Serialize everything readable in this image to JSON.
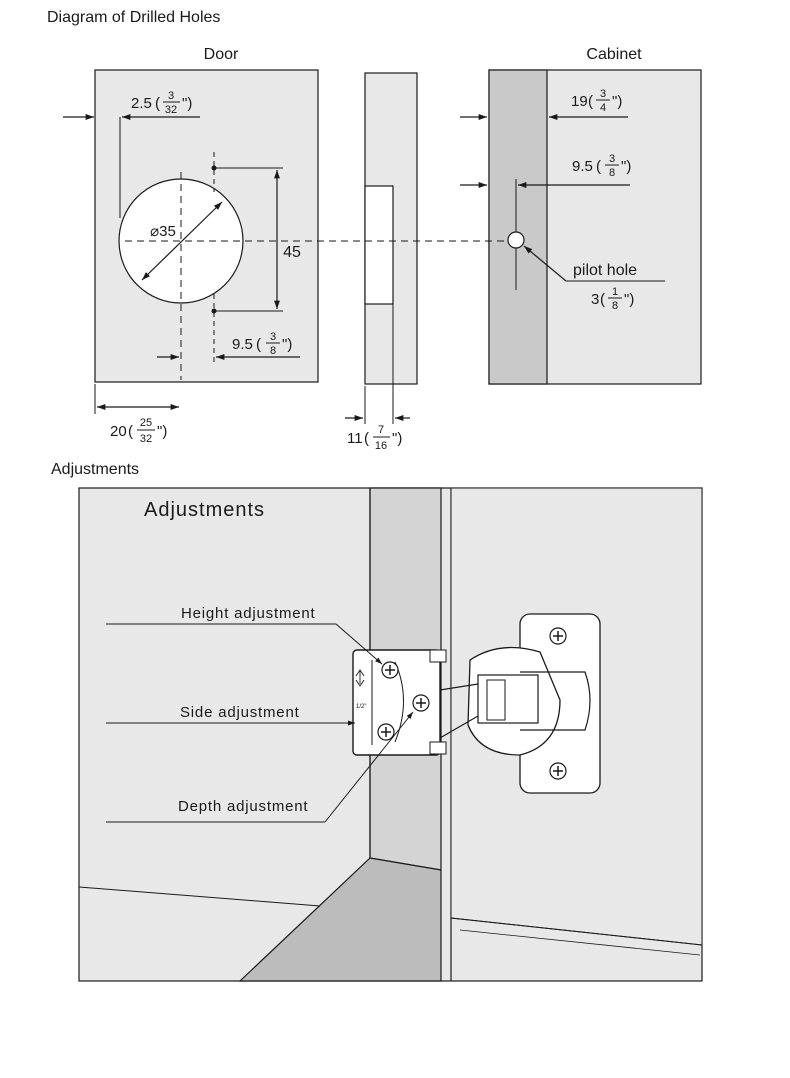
{
  "headings": {
    "drilled_holes": "Diagram of Drilled Holes",
    "adjustments": "Adjustments"
  },
  "door_diagram": {
    "door_label": "Door",
    "cabinet_label": "Cabinet",
    "dim_edge_offset": {
      "mm": "2.5",
      "in_num": "3",
      "in_den": "32"
    },
    "cup_diameter": "⌀35",
    "hole_spacing": "45",
    "dim_screw_offset": {
      "mm": "9.5",
      "in_num": "3",
      "in_den": "8"
    },
    "dim_center_offset": {
      "mm": "20",
      "in_num": "25",
      "in_den": "32"
    },
    "dim_cup_depth": {
      "mm": "11",
      "in_num": "7",
      "in_den": "16"
    },
    "dim_cabinet_side": {
      "mm": "19",
      "in_num": "3",
      "in_den": "4"
    },
    "dim_pilot_offset": {
      "mm": "9.5",
      "in_num": "3",
      "in_den": "8"
    },
    "pilot_hole_label": "pilot hole",
    "dim_pilot_size": {
      "mm": "3",
      "in_num": "1",
      "in_den": "8"
    }
  },
  "adjust_diagram": {
    "panel_title": "Adjustments",
    "height_label": "Height adjustment",
    "side_label": "Side adjustment",
    "depth_label": "Depth adjustment",
    "overlay_mark": "1/2\""
  },
  "colors": {
    "line": "#1a1a1a",
    "panel_fill": "#e8e8e8",
    "cabinet_side_fill": "#c9c9c9",
    "frame_fill": "#d4d4d4",
    "floor_fill": "#bcbcbc"
  }
}
